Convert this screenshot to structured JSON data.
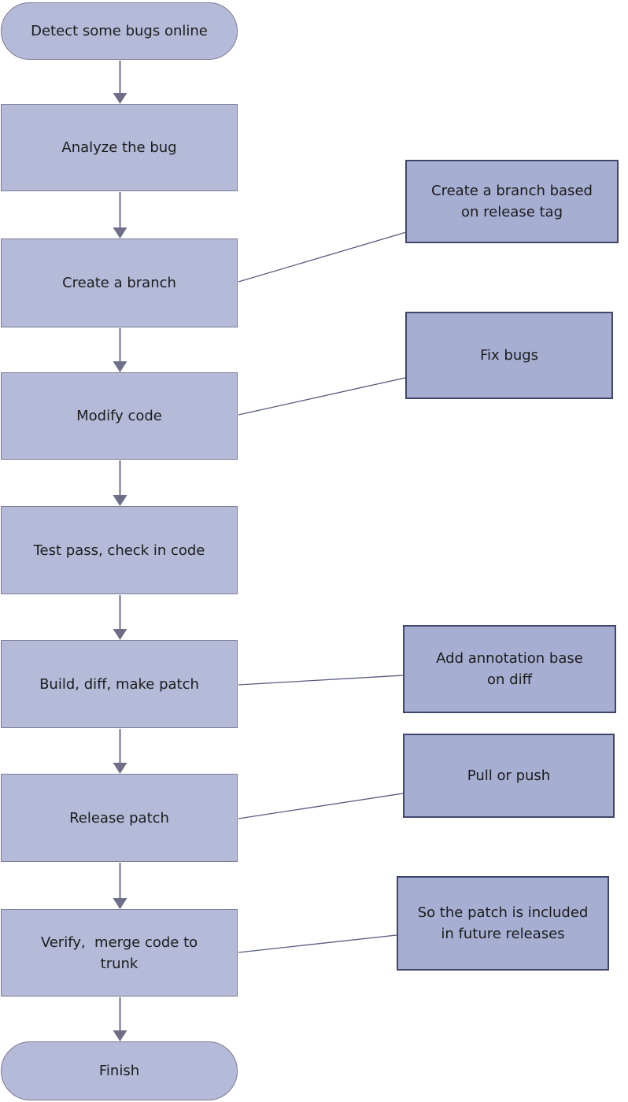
{
  "diagram": {
    "title": "Bug fix workflow flowchart",
    "colors": {
      "background": "#ffffff",
      "process_fill": "#b4bad8",
      "process_border": "#7c7c94",
      "annotation_fill": "#a6aed2",
      "annotation_border": "#40466b",
      "arrow": "#6e6e88",
      "connector": "#565b7e",
      "text": "#1c1c1c"
    },
    "main_flow": [
      {
        "id": "start",
        "shape": "terminator",
        "label": "Detect some bugs online"
      },
      {
        "id": "analyze",
        "shape": "process",
        "label": "Analyze the bug"
      },
      {
        "id": "branch",
        "shape": "process",
        "label": "Create a branch"
      },
      {
        "id": "modify",
        "shape": "process",
        "label": "Modify code"
      },
      {
        "id": "test",
        "shape": "process",
        "label": "Test pass, check in code"
      },
      {
        "id": "build",
        "shape": "process",
        "label": "Build, diff, make patch"
      },
      {
        "id": "release",
        "shape": "process",
        "label": "Release patch"
      },
      {
        "id": "verify",
        "shape": "process",
        "label": "Verify,  merge code to trunk"
      },
      {
        "id": "finish",
        "shape": "terminator",
        "label": "Finish"
      }
    ],
    "annotations": [
      {
        "id": "note-branch",
        "attached_to": "branch",
        "label": "Create a branch based on release tag"
      },
      {
        "id": "note-modify",
        "attached_to": "modify",
        "label": "Fix bugs"
      },
      {
        "id": "note-build",
        "attached_to": "build",
        "label": "Add annotation base on diff"
      },
      {
        "id": "note-release",
        "attached_to": "release",
        "label": "Pull or push"
      },
      {
        "id": "note-verify",
        "attached_to": "verify",
        "label": "So the patch is included in future releases"
      }
    ],
    "edges": [
      {
        "from": "start",
        "to": "analyze",
        "type": "arrow"
      },
      {
        "from": "analyze",
        "to": "branch",
        "type": "arrow"
      },
      {
        "from": "branch",
        "to": "modify",
        "type": "arrow"
      },
      {
        "from": "modify",
        "to": "test",
        "type": "arrow"
      },
      {
        "from": "test",
        "to": "build",
        "type": "arrow"
      },
      {
        "from": "build",
        "to": "release",
        "type": "arrow"
      },
      {
        "from": "release",
        "to": "verify",
        "type": "arrow"
      },
      {
        "from": "verify",
        "to": "finish",
        "type": "arrow"
      },
      {
        "from": "branch",
        "to": "note-branch",
        "type": "plain-line"
      },
      {
        "from": "modify",
        "to": "note-modify",
        "type": "plain-line"
      },
      {
        "from": "build",
        "to": "note-build",
        "type": "plain-line"
      },
      {
        "from": "release",
        "to": "note-release",
        "type": "plain-line"
      },
      {
        "from": "verify",
        "to": "note-verify",
        "type": "plain-line"
      }
    ]
  }
}
